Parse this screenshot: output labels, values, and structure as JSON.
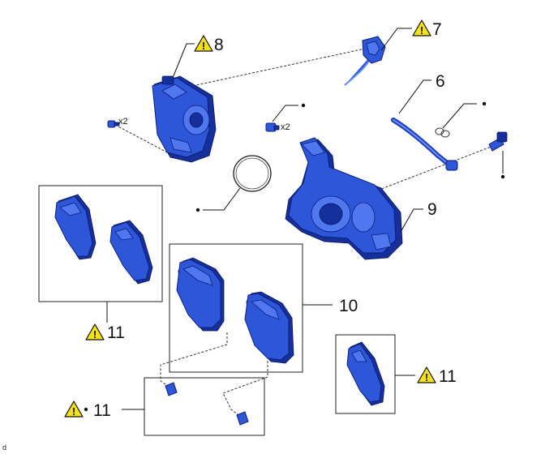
{
  "callouts": {
    "c6": "6",
    "c7": "7",
    "c8": "8",
    "c9": "9",
    "c10": "10",
    "c11_left": "11",
    "c11_right": "11",
    "c11_bottom": "11"
  },
  "quantity_labels": {
    "bolt_motor": "x2",
    "bolt_caliper": "x2"
  },
  "footer": {
    "code": "d"
  },
  "colors": {
    "part_blue": "#2d56d8",
    "warning_yellow": "#f3e21a"
  },
  "icons": {
    "warning": "warning-triangle-icon",
    "bullet": "bullet-dot-icon"
  }
}
